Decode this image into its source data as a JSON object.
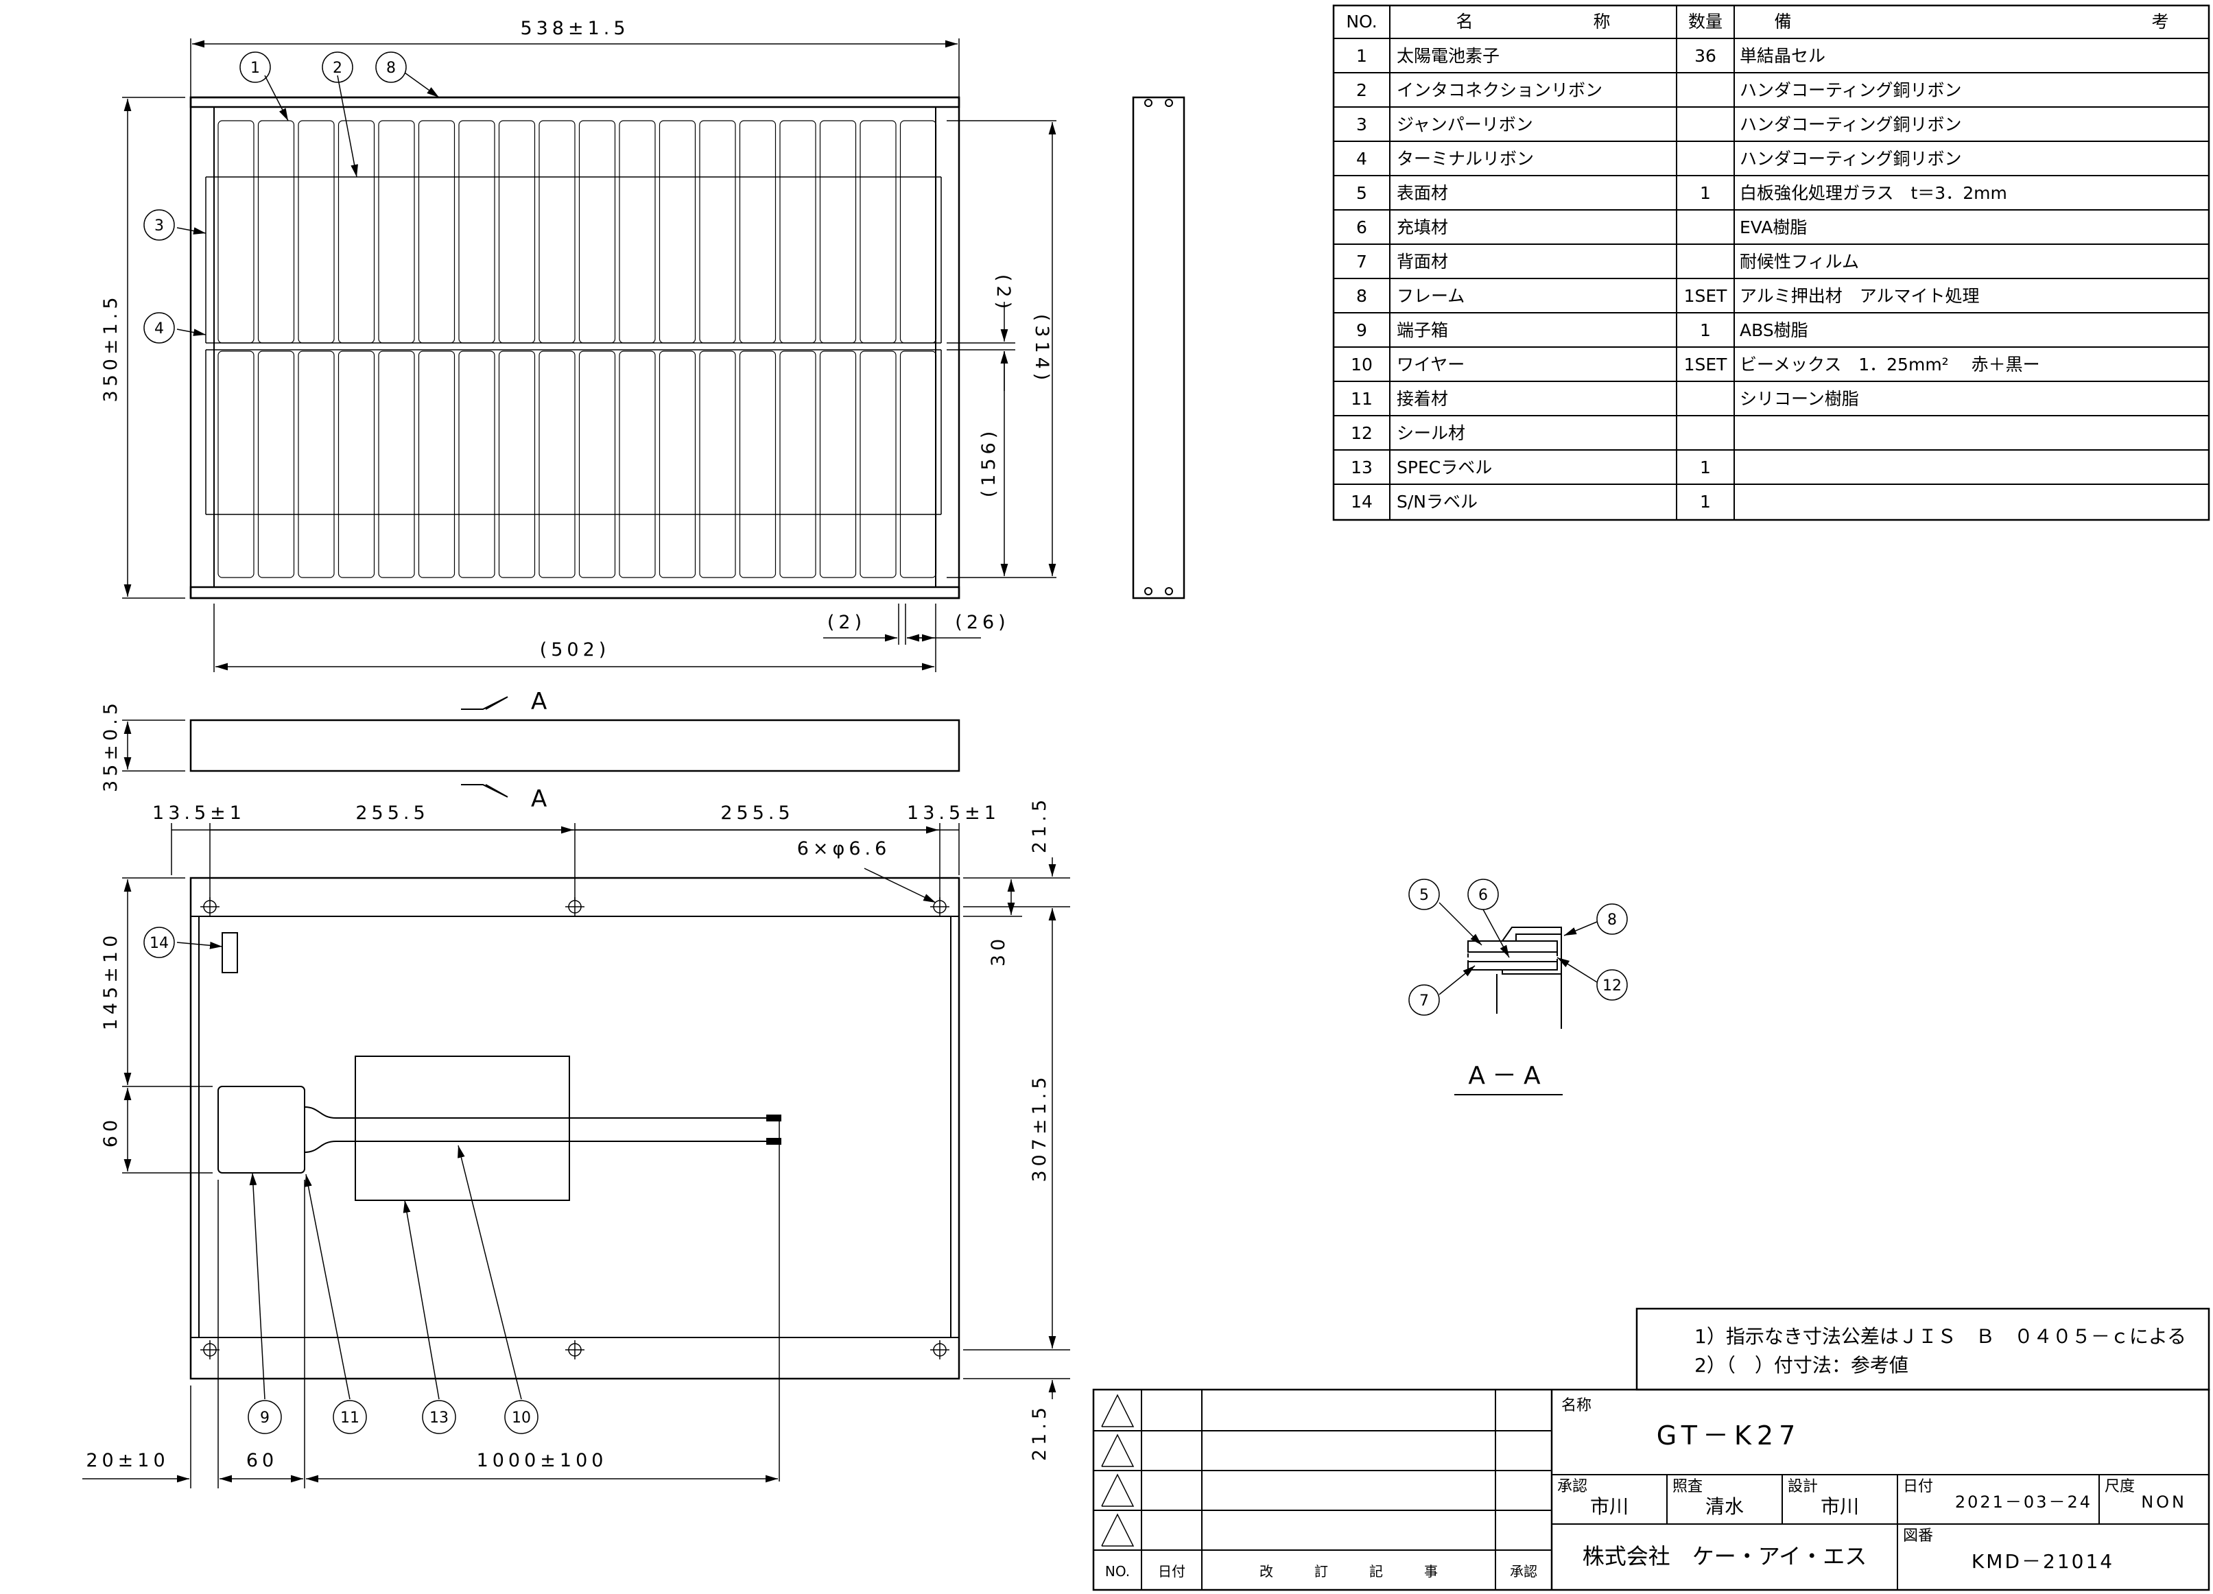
{
  "parts_table": {
    "headers": {
      "no": "NO.",
      "name": "名　　　　　　　称",
      "qty": "数量",
      "remarks": "備　　　　　　　　　　　　　　　　　　　　　考"
    },
    "rows": [
      {
        "no": "1",
        "name": "太陽電池素子",
        "qty": "36",
        "remarks": "単結晶セル"
      },
      {
        "no": "2",
        "name": "インタコネクションリボン",
        "qty": "",
        "remarks": "ハンダコーティング銅リボン"
      },
      {
        "no": "3",
        "name": "ジャンパーリボン",
        "qty": "",
        "remarks": "ハンダコーティング銅リボン"
      },
      {
        "no": "4",
        "name": "ターミナルリボン",
        "qty": "",
        "remarks": "ハンダコーティング銅リボン"
      },
      {
        "no": "5",
        "name": "表面材",
        "qty": "1",
        "remarks": "白板強化処理ガラス　t＝3．2mm"
      },
      {
        "no": "6",
        "name": "充填材",
        "qty": "",
        "remarks": "EVA樹脂"
      },
      {
        "no": "7",
        "name": "背面材",
        "qty": "",
        "remarks": "耐候性フィルム"
      },
      {
        "no": "8",
        "name": "フレーム",
        "qty": "1SET",
        "remarks": "アルミ押出材　アルマイト処理"
      },
      {
        "no": "9",
        "name": "端子箱",
        "qty": "1",
        "remarks": "ABS樹脂"
      },
      {
        "no": "10",
        "name": "ワイヤー",
        "qty": "1SET",
        "remarks": "ビーメックス　1．25mm² 　赤＋黒ー"
      },
      {
        "no": "11",
        "name": "接着材",
        "qty": "",
        "remarks": "シリコーン樹脂"
      },
      {
        "no": "12",
        "name": "シール材",
        "qty": "",
        "remarks": ""
      },
      {
        "no": "13",
        "name": "SPECラベル",
        "qty": "1",
        "remarks": ""
      },
      {
        "no": "14",
        "name": "S/Nラベル",
        "qty": "1",
        "remarks": ""
      }
    ]
  },
  "dimensions": {
    "front_width": "538±1.5",
    "front_height": "350±1.5",
    "ref_2_top": "(2)",
    "ref_314": "(314)",
    "ref_156": "(156)",
    "ref_2_bottom": "(2)",
    "ref_26": "(26)",
    "ref_502": "(502)",
    "thickness": "35±0.5",
    "hole_edge_left": "13.5±1",
    "hole_pitch_left": "255.5",
    "hole_pitch_right": "255.5",
    "hole_edge_right": "13.5±1",
    "hole_spec": "6×φ6.6",
    "top_margin": "21.5",
    "ref_30": "30",
    "hole_span": "307±1.5",
    "bottom_margin": "21.5",
    "label_pos": "145±10",
    "box_height": "60",
    "box_offset": "20±10",
    "box_width": "60",
    "wire_length": "1000±100"
  },
  "section": {
    "marker": "A",
    "title": "A－A"
  },
  "balloons": [
    "1",
    "2",
    "3",
    "4",
    "5",
    "6",
    "7",
    "8",
    "9",
    "10",
    "11",
    "12",
    "13",
    "14"
  ],
  "notes": {
    "note1": "1）指示なき寸法公差はＪＩＳ　Ｂ　０４０５－ｃによる",
    "note2": "2）（　）付寸法：参考値"
  },
  "title_block": {
    "rev_headers": {
      "no": "NO.",
      "date": "日付",
      "record": "改　　　訂　　　記　　　事",
      "approval": "承認"
    },
    "name_label": "名称",
    "product_name": "GT－K27",
    "approved_label": "承認",
    "approved_by": "市川",
    "checked_label": "照査",
    "checked_by": "清水",
    "designed_label": "設計",
    "designed_by": "市川",
    "date_label": "日付",
    "date": "2021－03－24",
    "scale_label": "尺度",
    "scale": "NON",
    "company": "株式会社　ケー・アイ・エス",
    "drawing_no_label": "図番",
    "drawing_no": "KMD－21014"
  }
}
